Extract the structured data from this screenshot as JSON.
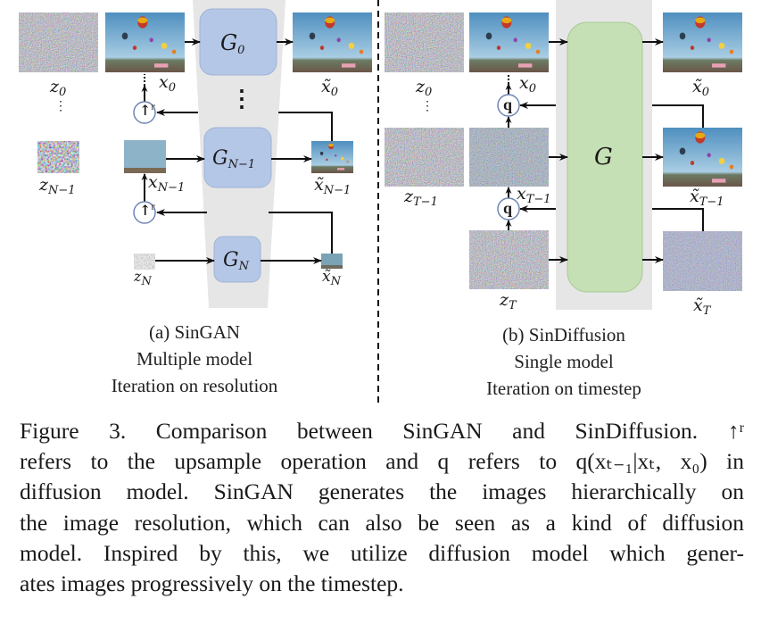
{
  "figure": {
    "left_panel": {
      "title": "(a) SinGAN",
      "subtitle": "Multiple model",
      "description": "Iteration on resolution",
      "generators": [
        {
          "label": "G",
          "sub": "0"
        },
        {
          "label": "G",
          "sub": "N−1"
        },
        {
          "label": "G",
          "sub": "N"
        }
      ],
      "generator_ellipsis": "⋮",
      "noise_labels": [
        {
          "label": "z",
          "sub": "0"
        },
        {
          "label": "z",
          "sub": "N−1"
        },
        {
          "label": "z",
          "sub": "N"
        }
      ],
      "noise_ellipsis": "⋮",
      "input_labels": [
        {
          "label": "x",
          "sub": "0"
        },
        {
          "label": "x",
          "sub": "N−1"
        }
      ],
      "output_labels": [
        {
          "label": "x̃",
          "sub": "0"
        },
        {
          "label": "x̃",
          "sub": "N−1"
        },
        {
          "label": "x̃",
          "sub": "N"
        }
      ],
      "operator": {
        "glyph": "↑",
        "sup": "r"
      },
      "box_color": "#b4c7e7",
      "box_border": "#9fb3d6"
    },
    "right_panel": {
      "title": "(b) SinDiffusion",
      "subtitle": "Single model",
      "description": "Iteration on timestep",
      "generator": {
        "label": "G"
      },
      "noise_labels": [
        {
          "label": "z",
          "sub": "0"
        },
        {
          "label": "z",
          "sub": "T−1"
        },
        {
          "label": "z",
          "sub": "T"
        }
      ],
      "noise_ellipsis": "⋮",
      "input_labels": [
        {
          "label": "x",
          "sub": "0"
        },
        {
          "label": "x",
          "sub": "T−1"
        }
      ],
      "output_labels": [
        {
          "label": "x̃",
          "sub": "0"
        },
        {
          "label": "x̃",
          "sub": "T−1"
        },
        {
          "label": "x̃",
          "sub": "T"
        }
      ],
      "operator": {
        "glyph": "q"
      },
      "box_color": "#c5e0b4",
      "box_border": "#a9c99a"
    },
    "backdrop_color": "#e6e6e6"
  },
  "caption": {
    "lines": [
      "Figure 3.  Comparison between SinGAN and SinDiffusion.  ↑ʳ",
      "refers to the upsample operation and q refers to q(xₜ₋₁|xₜ, x₀) in",
      "diffusion model.  SinGAN generates the images hierarchically on",
      "the image resolution, which can also be seen as a kind of diffusion",
      "model.  Inspired by this, we utilize diffusion model which gener-",
      "ates images progressively on the timestep."
    ]
  }
}
